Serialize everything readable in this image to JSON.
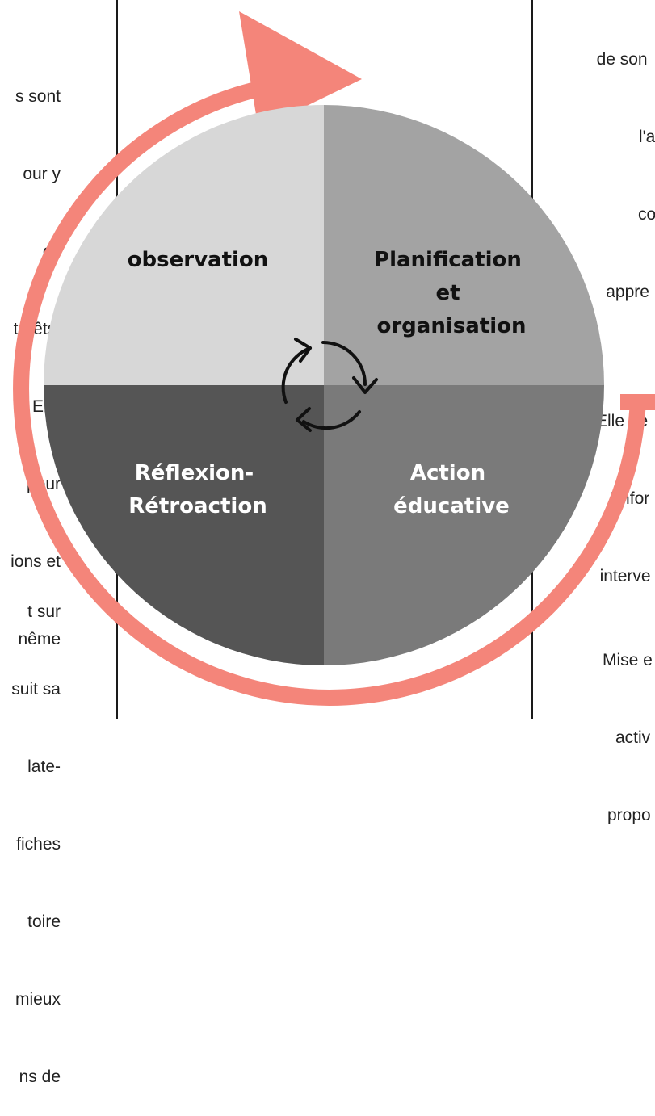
{
  "colors": {
    "accent": "#f4857a",
    "quad_observation": "#d7d7d7",
    "quad_planification": "#a3a3a3",
    "quad_action": "#7a7a7a",
    "quad_reflexion": "#555555",
    "dark_text": "#111111",
    "light_text": "#ffffff"
  },
  "cycle_icon": "refresh-cycle-icon",
  "quadrants": {
    "observation": {
      "lines": [
        "observation"
      ]
    },
    "planification": {
      "lines": [
        "Planification",
        "et",
        "organisation"
      ]
    },
    "action": {
      "lines": [
        "Action",
        "éducative"
      ]
    },
    "reflexion": {
      "lines": [
        "Réflexion-",
        "Rétroaction"
      ]
    }
  },
  "left_text_top": [
    "s sont",
    "our y",
    "es",
    "térêts,",
    ". Elle",
    "pour",
    "ions et",
    "nême"
  ],
  "left_text_bottom": [
    "t sur",
    "suit sa",
    "late-",
    "fiches",
    "toire",
    "mieux",
    "ns de"
  ],
  "right_text_top": [
    "de son",
    "l'a",
    "co",
    "appre",
    "",
    "Elle pe",
    "\"infor",
    "interve"
  ],
  "right_text_bottom": [
    "Mise e",
    "activ",
    "propo"
  ]
}
